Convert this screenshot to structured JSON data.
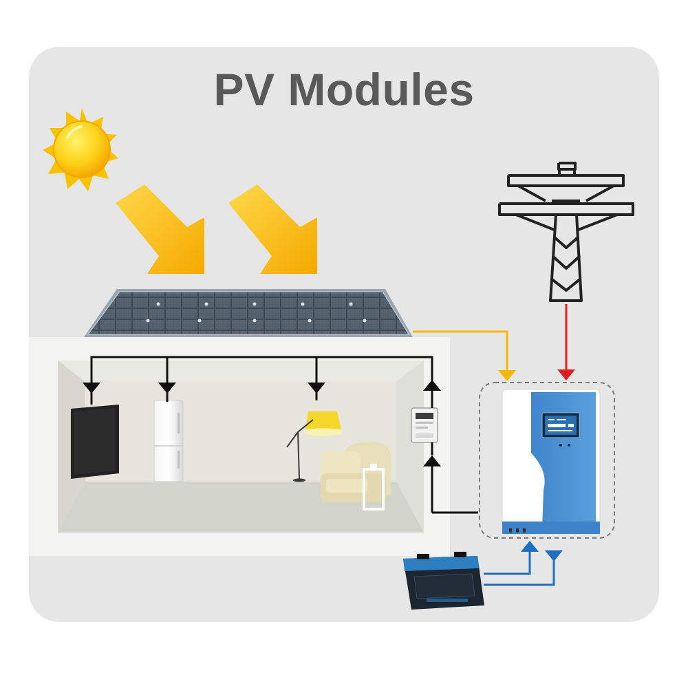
{
  "title": "PV Modules",
  "colors": {
    "background": "#e6e6e6",
    "title": "#595959",
    "sun": "#f7c300",
    "pv_arrows": "#f7b500",
    "pv_line": "#f5b800",
    "grid_line": "#e02020",
    "battery_line": "#1f6fc0",
    "load_line": "#111111",
    "inverter_body": "#4a8fd0"
  },
  "diagram": {
    "nodes": [
      "sun",
      "pv-panel",
      "house",
      "tv",
      "refrigerator",
      "floor-lamp",
      "sofa",
      "energy-meter",
      "inverter",
      "battery",
      "grid-tower"
    ],
    "connections": [
      {
        "from": "pv-panel",
        "to": "inverter"
      },
      {
        "from": "grid-tower",
        "to": "inverter"
      },
      {
        "from": "battery",
        "to": "inverter"
      },
      {
        "from": "inverter",
        "to": "battery"
      },
      {
        "from": "inverter",
        "to": "energy-meter"
      },
      {
        "from": "house-bus",
        "to": "tv"
      },
      {
        "from": "house-bus",
        "to": "refrigerator"
      },
      {
        "from": "house-bus",
        "to": "floor-lamp"
      }
    ]
  }
}
